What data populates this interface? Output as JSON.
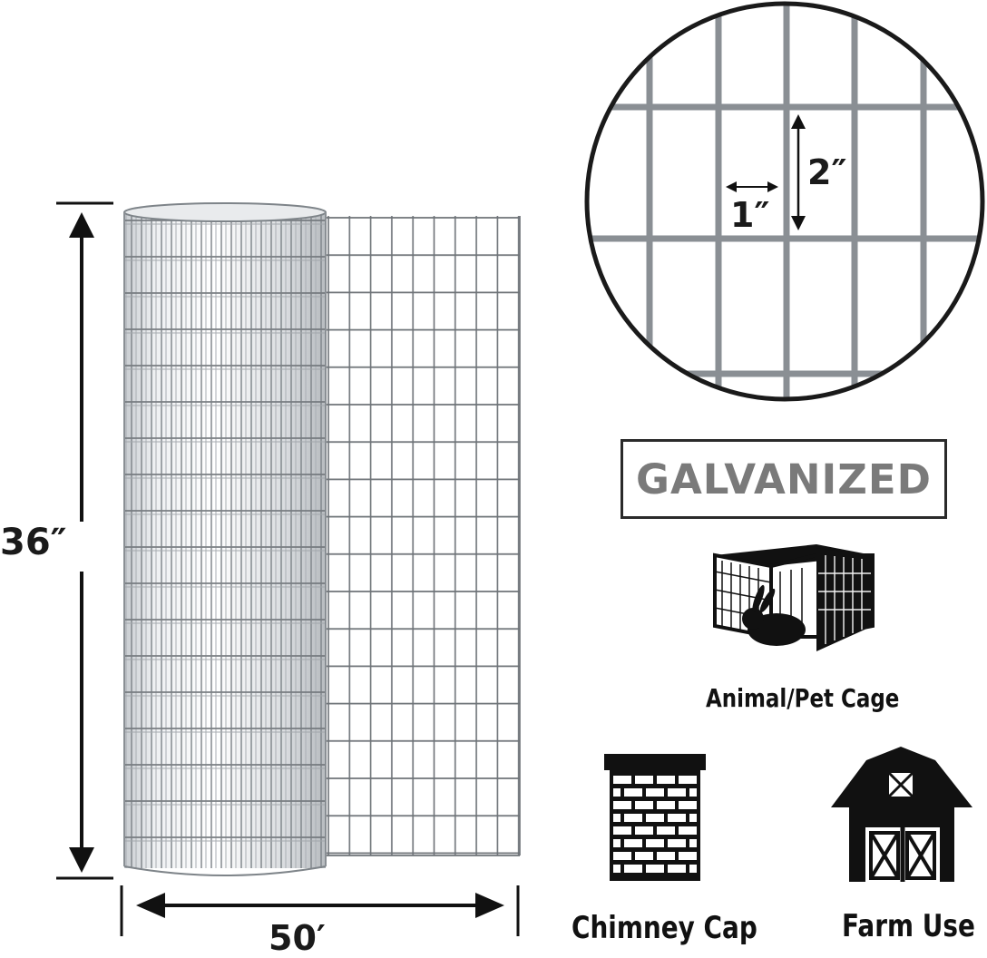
{
  "product": {
    "height_label": "36″",
    "width_label": "50′",
    "mesh_width_label": "1″",
    "mesh_height_label": "2″",
    "finish_label": "GALVANIZED"
  },
  "uses": [
    {
      "label": "Animal/Pet Cage",
      "icon": "animal-cage-icon"
    },
    {
      "label": "Chimney Cap",
      "icon": "chimney-icon"
    },
    {
      "label": "Farm Use",
      "icon": "barn-icon"
    }
  ],
  "colors": {
    "wire": "#8a8f94",
    "wire_dark": "#5f6468",
    "text": "#1a1a1a",
    "badge_text": "#7a7a7a",
    "icon": "#111111"
  }
}
